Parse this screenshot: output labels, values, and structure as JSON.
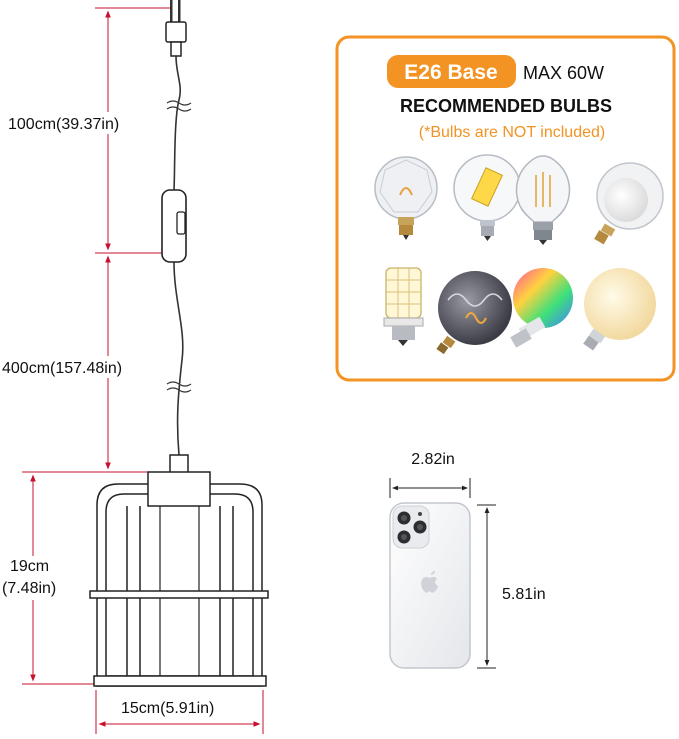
{
  "dimensions": {
    "cord_top": "100cm(39.37in)",
    "cord_bottom": "400cm(157.48in)",
    "shade_height_cm": "19cm",
    "shade_height_in": "(7.48in)",
    "shade_width": "15cm(5.91in)",
    "phone_width": "2.82in",
    "phone_height": "5.81in"
  },
  "bulbs_panel": {
    "base_badge": "E26 Base",
    "max_wattage": "MAX 60W",
    "title": "RECOMMENDED BULBS",
    "note": "(*Bulbs are NOT included)",
    "bulbs": [
      {
        "icon": "crystal-globe-bulb-icon"
      },
      {
        "icon": "corn-globe-bulb-icon"
      },
      {
        "icon": "edison-filament-bulb-icon"
      },
      {
        "icon": "frosted-globe-bulb-icon"
      },
      {
        "icon": "led-corn-bulb-icon"
      },
      {
        "icon": "smoky-spiral-bulb-icon"
      },
      {
        "icon": "rgb-smart-bulb-icon"
      },
      {
        "icon": "warm-globe-bulb-icon"
      }
    ]
  },
  "colors": {
    "accent": "#f39323",
    "dimension_line": "#c8102e",
    "note_text": "#f39323"
  }
}
